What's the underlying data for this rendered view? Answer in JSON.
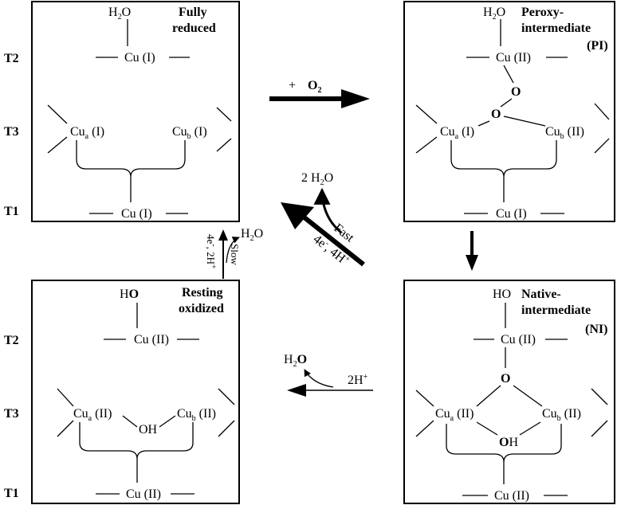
{
  "row_labels": {
    "t2": "T2",
    "t3": "T3",
    "t1": "T1"
  },
  "panels": {
    "fully_reduced": {
      "title_line1": "Fully",
      "title_line2": "reduced",
      "water_h": "H",
      "water_2": "2",
      "water_o": "O",
      "t2_cu": "Cu (I)",
      "cua_cu": "Cu",
      "cua_sub": "a",
      "cua_ox": " (I)",
      "cub_cu": "Cu",
      "cub_sub": "b",
      "cub_ox": " (I)",
      "t1_cu": "Cu (I)"
    },
    "peroxy": {
      "title_line1": "Peroxy-",
      "title_line2": "intermediate",
      "title_line3": "(PI)",
      "water_h": "H",
      "water_2": "2",
      "water_o": "O",
      "t2_cu": "Cu (II)",
      "o_top": "O",
      "o_bottom": "O",
      "cua_cu": "Cu",
      "cua_sub": "a",
      "cua_ox": " (I)",
      "cub_cu": "Cu",
      "cub_sub": "b",
      "cub_ox": " (II)",
      "t1_cu": "Cu (I)"
    },
    "resting": {
      "title_line1": "Resting",
      "title_line2": "oxidized",
      "ho_h": "H",
      "ho_o": "O",
      "t2_cu": "Cu (II)",
      "cua_cu": "Cu",
      "cua_sub": "a",
      "cua_ox": " (II)",
      "oh": "OH",
      "cub_cu": "Cu",
      "cub_sub": "b",
      "cub_ox": " (II)",
      "t1_cu": "Cu (II)"
    },
    "native": {
      "title_line1": "Native-",
      "title_line2": "intermediate",
      "title_line3": "(NI)",
      "ho": "HO",
      "t2_cu": "Cu (II)",
      "o_top": "O",
      "cua_cu": "Cu",
      "cua_sub": "a",
      "cua_ox": " (II)",
      "cub_cu": "Cu",
      "cub_sub": "b",
      "cub_ox": " (II)",
      "oh": "OH",
      "t1_cu": "Cu (II)"
    }
  },
  "transitions": {
    "o2": {
      "plus": "+",
      "o": "O",
      "sub": "2"
    },
    "fast": {
      "water": "2 H",
      "water_sub": "2",
      "water_o": "O",
      "label": "Fast",
      "e": "4e",
      "e_sup": "-",
      "h": ", 4H",
      "h_sup": "+"
    },
    "slow": {
      "water_h": "H",
      "water_sub": "2",
      "water_o": "O",
      "label": "Slow",
      "e": "4e",
      "e_sup": "-",
      "h": ", 2H",
      "h_sup": "+"
    },
    "ni_to_ro": {
      "water_h": "H",
      "water_sub": "2",
      "water_o": "O",
      "h": "2H",
      "h_sup": "+"
    }
  },
  "colors": {
    "ink": "#000000",
    "background": "#ffffff"
  }
}
